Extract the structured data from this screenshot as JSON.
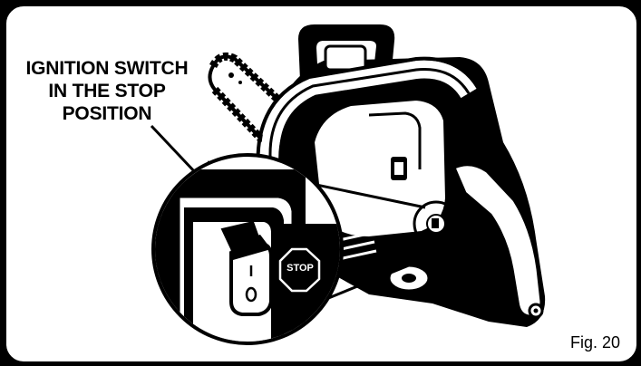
{
  "callout": {
    "line1": "IGNITION SWITCH",
    "line2": "IN THE STOP",
    "line3": "POSITION"
  },
  "figure_label": "Fig. 20",
  "switch_on_mark": "I",
  "switch_off_mark": "O",
  "stop_badge": "STOP",
  "icons": [
    "chainsaw-illustration",
    "ignition-switch-icon",
    "stop-sign-icon",
    "fuel-icon"
  ],
  "colors": {
    "ink": "#000000",
    "paper": "#ffffff",
    "frame": "#000000"
  }
}
